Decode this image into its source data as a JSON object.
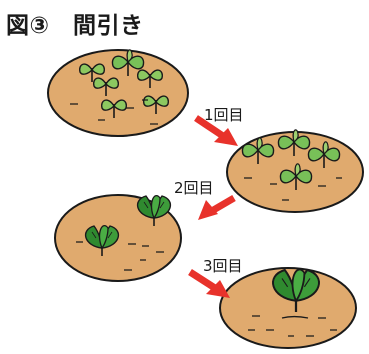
{
  "title": "図③　間引き",
  "steps": [
    {
      "label": "1回目"
    },
    {
      "label": "2回目"
    },
    {
      "label": "3回目"
    }
  ],
  "colors": {
    "soil": "#e0aa6e",
    "arrow": "#e8322b",
    "leaf": "#78c058",
    "leaf_dark": "#2f8a2f",
    "outline": "#1a1a1a"
  }
}
